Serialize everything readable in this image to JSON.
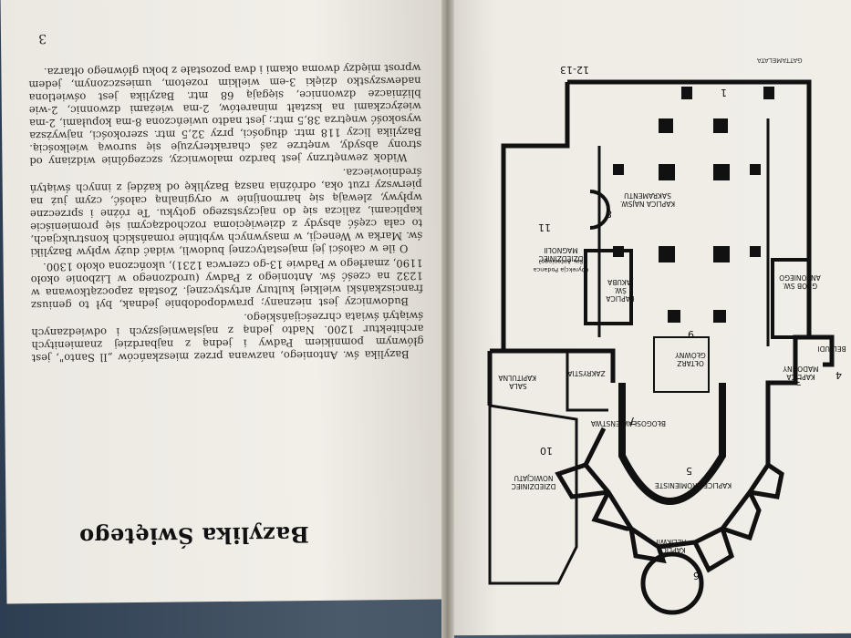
{
  "left_page": {
    "page_number": "3",
    "title": "Bazylika Świętego",
    "paragraphs": [
      "Bazylika św. Antoniego, nazwana przez mieszkańców „Il Santo\", jest głównym pomnikiem Padwy i jedną z najbardziej znamienitych architektur 1200. Nadto jedną z najsławniejszych i odwiedzanych świątyń świata chrześcijańskiego.",
      "Budowniczy jest nieznany; prawdopodobnie jednak, był to geniusz franciszkański wielkiej kultury artystycznej. Została zapoczątkowana w 1232 na cześć św. Antoniego z Padwy (urodzonego w Lizbonie około 1190, zmarłego w Padwie 13-go czerwca 1231), ukończona około 1300.",
      "O ile w całości jej majestatycznej budowli, widać duży wpływ Bazyliki św. Marka w Wenecji, w masywnych wybitnie romańskich konstrukcjach, to cała część absydy z dziewięcioma rozchodzącymi się promieniście kaplicami, zalicza się do najczystszego gotyku. Te różne i sprzeczne wpływy, zlewają się harmonijnie w oryginalną całość, czym już na pierwszy rzut oka, odróżnia naszą Bazylikę od kaźdej z innych świątyń średniowiecza.",
      "Widok zewnętrzny jest bardzo malowniczy, szczególnie widziany od strony absydy, wnętrze zaś charakteryzuje się surową wielkością. Bazylika liczy 118 mtr. długości, przy 32,5 mtr. szerokości, najwyższa wysokość wnętrza 38,5 mtr.; jest nadto uwieńczona 8-ma kopułami, 2-ma wieżyczkami na kształt minaretów, 2-ma wieżami dzwonnic, 2-wie bliźniacze dzwonnice, sięgają 68 mtr. Bazylika jest oświetlona nadewszystko dzięki 3-em wielkim rozetom, umieszczonym, jedem wprost między dwoma okami i dwa pozostałe z boku głównego ołtarza."
    ]
  },
  "floor_plan": {
    "credit": "GATTAMELATA",
    "labels": {
      "kaplica_relikwii": "KAPLICA RELIKWII",
      "kaplice_promieniste": "KAPLICE PROMIENISTE",
      "oltarz_glowny": "OŁTARZ GŁÓWNY",
      "blogoslawienstwa": "BŁOGOSŁAWIEŃSTWA",
      "zakrystia": "ZAKRYSTIA",
      "sala_kapitulna": "SALA KAPITULNA",
      "dziedziniec_nowicjatu": "DZIEDZINIEC NOWICJATU",
      "kaplica_jakuba": "KAPLICA ŚW. JAKUBA",
      "dziedziniec_magnolii": "DZIEDZINIEC MAGNOLII",
      "dziedziniec_sub": "(Dyrekcja Podanca Sw. Antoniego)",
      "kaplica_sakramentu": "KAPLICA NAJŚW. SAKRAMENTU",
      "grob": "GRÓB ŚW. ANTONIEGO",
      "kaplica_madonny": "KAPLICA MADONNY",
      "belludi": "BELLUDI"
    },
    "numbers": [
      "1",
      "3",
      "4",
      "5",
      "6",
      "7",
      "8",
      "9",
      "10",
      "11",
      "12-13"
    ]
  }
}
